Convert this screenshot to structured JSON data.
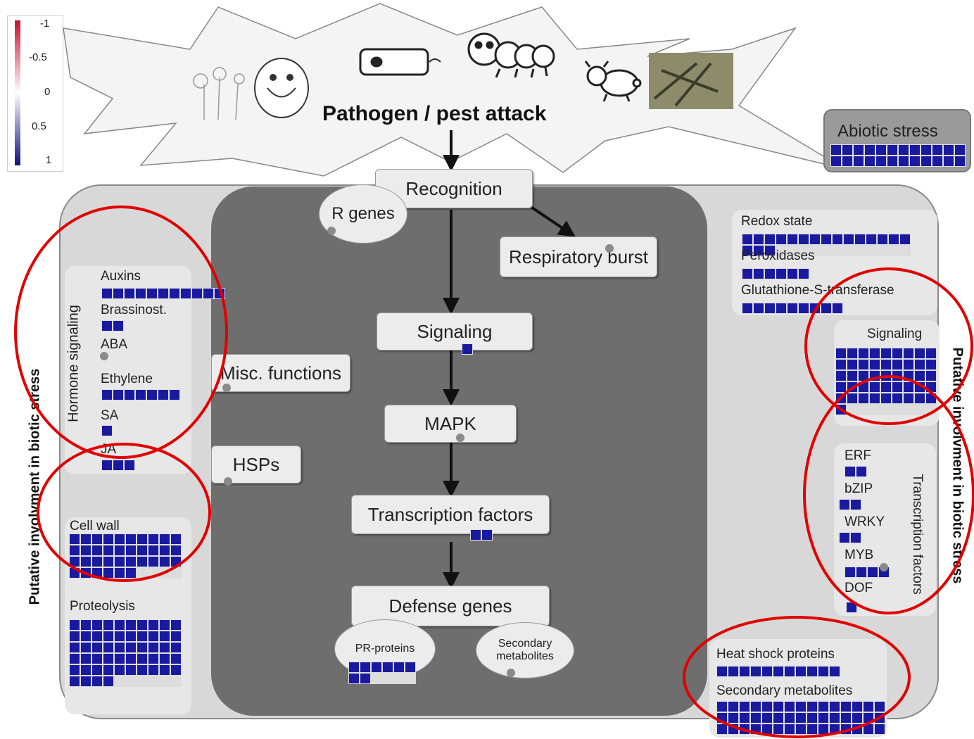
{
  "legend": {
    "ticks": [
      "-1",
      "-0.5",
      "0",
      "0.5",
      "1"
    ],
    "colors": {
      "negative": "#c8102e",
      "zero": "#ffffff",
      "positive": "#10107a"
    }
  },
  "attack": {
    "title": "Pathogen / pest attack"
  },
  "abiotic": {
    "label": "Abiotic stress"
  },
  "side_labels": {
    "left": "Putative involvment in biotic stress",
    "right": "Putative involvment in biotic stress"
  },
  "center": {
    "recognition": "Recognition",
    "r_genes": "R genes",
    "respiratory_burst": "Respiratory burst",
    "signaling": "Signaling",
    "mapk": "MAPK",
    "transcription_factors": "Transcription factors",
    "defense_genes": "Defense genes",
    "pr_proteins": "PR-proteins",
    "secondary_metabolites_line1": "Secondary",
    "secondary_metabolites_line2": "metabolites",
    "misc_functions": "Misc. functions",
    "hsps": "HSPs"
  },
  "hormone": {
    "title": "Hormone signaling",
    "items": [
      "Auxins",
      "Brassinost.",
      "ABA",
      "Ethylene",
      "SA",
      "JA"
    ]
  },
  "left_lower": {
    "cell_wall": "Cell wall",
    "proteolysis": "Proteolysis"
  },
  "redox": {
    "items": [
      "Redox state",
      "Peroxidases",
      "Glutathione-S-transferase"
    ]
  },
  "right_signaling": "Signaling",
  "tf_panel": {
    "title": "Transcription factors",
    "items": [
      "ERF",
      "bZIP",
      "WRKY",
      "MYB",
      "DOF"
    ]
  },
  "bottom_right": {
    "heat_shock": "Heat shock proteins",
    "secondary": "Secondary metabolites"
  },
  "colors": {
    "cell": "#1a1aa0",
    "highlight": "#e00000",
    "dark_panel": "#6e6e6e",
    "outer_panel": "#d8d8d8"
  }
}
